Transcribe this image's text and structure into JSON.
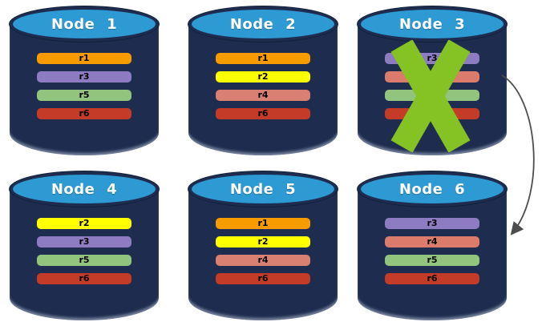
{
  "colors": {
    "page_bg": "#FFFFFF",
    "cylinder_body": "#1E2D4F",
    "cylinder_top": "#2E9AD3",
    "node_title": "#FFFFFF",
    "bar_label": "#000000",
    "failure_x": "#85C325",
    "arrow": "#4D4D4D"
  },
  "nodes": [
    {
      "label": "Node 1",
      "failed": false,
      "replicas": [
        {
          "id": "r1",
          "color": "#F79C00"
        },
        {
          "id": "r3",
          "color": "#8E7CC3"
        },
        {
          "id": "r5",
          "color": "#93C47D"
        },
        {
          "id": "r6",
          "color": "#C43C28"
        }
      ]
    },
    {
      "label": "Node 2",
      "failed": false,
      "replicas": [
        {
          "id": "r1",
          "color": "#F79C00"
        },
        {
          "id": "r2",
          "color": "#FFFF00"
        },
        {
          "id": "r4",
          "color": "#D98072"
        },
        {
          "id": "r6",
          "color": "#C43C28"
        }
      ]
    },
    {
      "label": "Node 3",
      "failed": true,
      "replicas": [
        {
          "id": "r3",
          "color": "#8E7CC3"
        },
        {
          "id": "r4",
          "color": "#DB7B6B"
        },
        {
          "id": "r5",
          "color": "#93C47D"
        },
        {
          "id": "r6",
          "color": "#C43C28"
        }
      ]
    },
    {
      "label": "Node 4",
      "failed": false,
      "replicas": [
        {
          "id": "r2",
          "color": "#FFFF00"
        },
        {
          "id": "r3",
          "color": "#8E7CC3"
        },
        {
          "id": "r5",
          "color": "#93C47D"
        },
        {
          "id": "r6",
          "color": "#C43C28"
        }
      ]
    },
    {
      "label": "Node 5",
      "failed": false,
      "replicas": [
        {
          "id": "r1",
          "color": "#F79C00"
        },
        {
          "id": "r2",
          "color": "#FFFF00"
        },
        {
          "id": "r4",
          "color": "#D98072"
        },
        {
          "id": "r6",
          "color": "#C43C28"
        }
      ]
    },
    {
      "label": "Node 6",
      "failed": false,
      "replicas": [
        {
          "id": "r3",
          "color": "#8E7CC3"
        },
        {
          "id": "r4",
          "color": "#DB7B6B"
        },
        {
          "id": "r5",
          "color": "#93C47D"
        },
        {
          "id": "r6",
          "color": "#C43C28"
        }
      ]
    }
  ],
  "arrow": {
    "from": "Node 3",
    "to": "Node 6"
  }
}
